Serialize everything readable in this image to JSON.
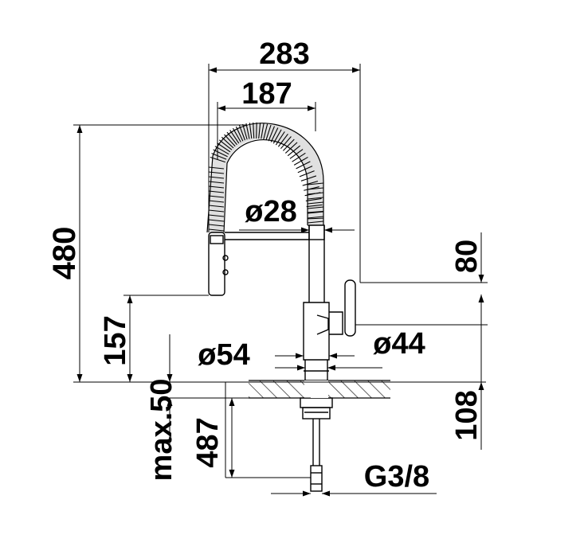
{
  "dimensions": {
    "overall_width": "283",
    "spout_reach": "187",
    "total_height": "480",
    "spout_diameter": "ø28",
    "lever_offset": "80",
    "spray_head_height": "157",
    "base_diameter": "ø54",
    "body_diameter": "ø44",
    "max_deck_thickness": "max.50",
    "hose_length": "487",
    "underside_depth": "108",
    "connection_thread": "G3/8"
  },
  "colors": {
    "line": "#000000",
    "background": "#ffffff",
    "hatch": "#000000"
  }
}
